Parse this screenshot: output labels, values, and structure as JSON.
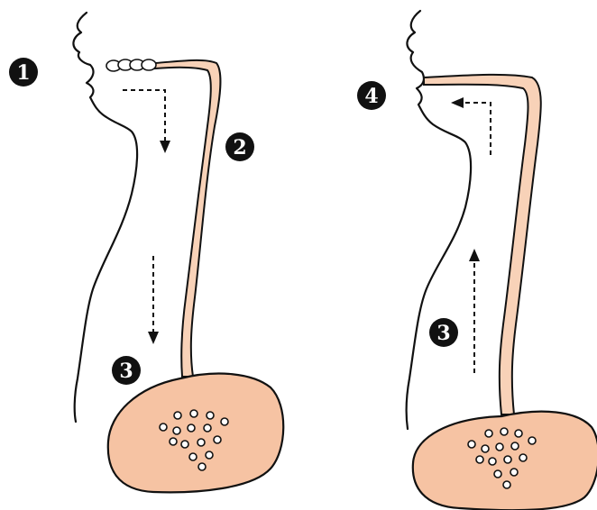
{
  "colors": {
    "stomach_fill": "#f6c3a3",
    "esophagus_fill": "#f8d2b8",
    "line": "#111111",
    "badge": "#111111",
    "background": "#ffffff"
  },
  "left_panel": {
    "badges": [
      "1",
      "2",
      "3"
    ]
  },
  "right_panel": {
    "badges": [
      "4",
      "3"
    ]
  }
}
